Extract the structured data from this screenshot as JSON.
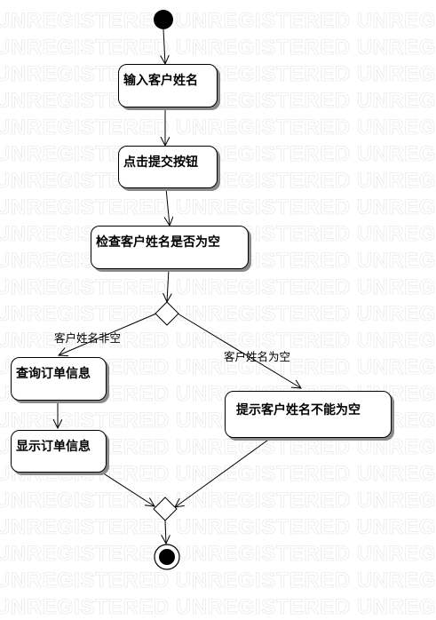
{
  "watermark": {
    "text": "UNREGISTERED UNREGISTERED UNREGI",
    "text_alt": "UNREGISTERED UNREGISTERED UNREGIS"
  },
  "activities": [
    {
      "id": "input-customer-name",
      "label": "输入客户姓名"
    },
    {
      "id": "click-submit",
      "label": "点击提交按钮"
    },
    {
      "id": "check-name-empty",
      "label": "检查客户姓名是否为空"
    },
    {
      "id": "query-order",
      "label": "查询订单信息"
    },
    {
      "id": "show-order",
      "label": "显示订单信息"
    },
    {
      "id": "prompt-name-required",
      "label": "提示客户姓名不能为空"
    }
  ],
  "guards": {
    "not_empty": "客户姓名非空",
    "empty": "客户姓名为空"
  },
  "colors": {
    "line": "#000000",
    "node_fill": "#ffffff",
    "shadow": "#8a8a8a",
    "watermark": "#e4e4e4"
  }
}
